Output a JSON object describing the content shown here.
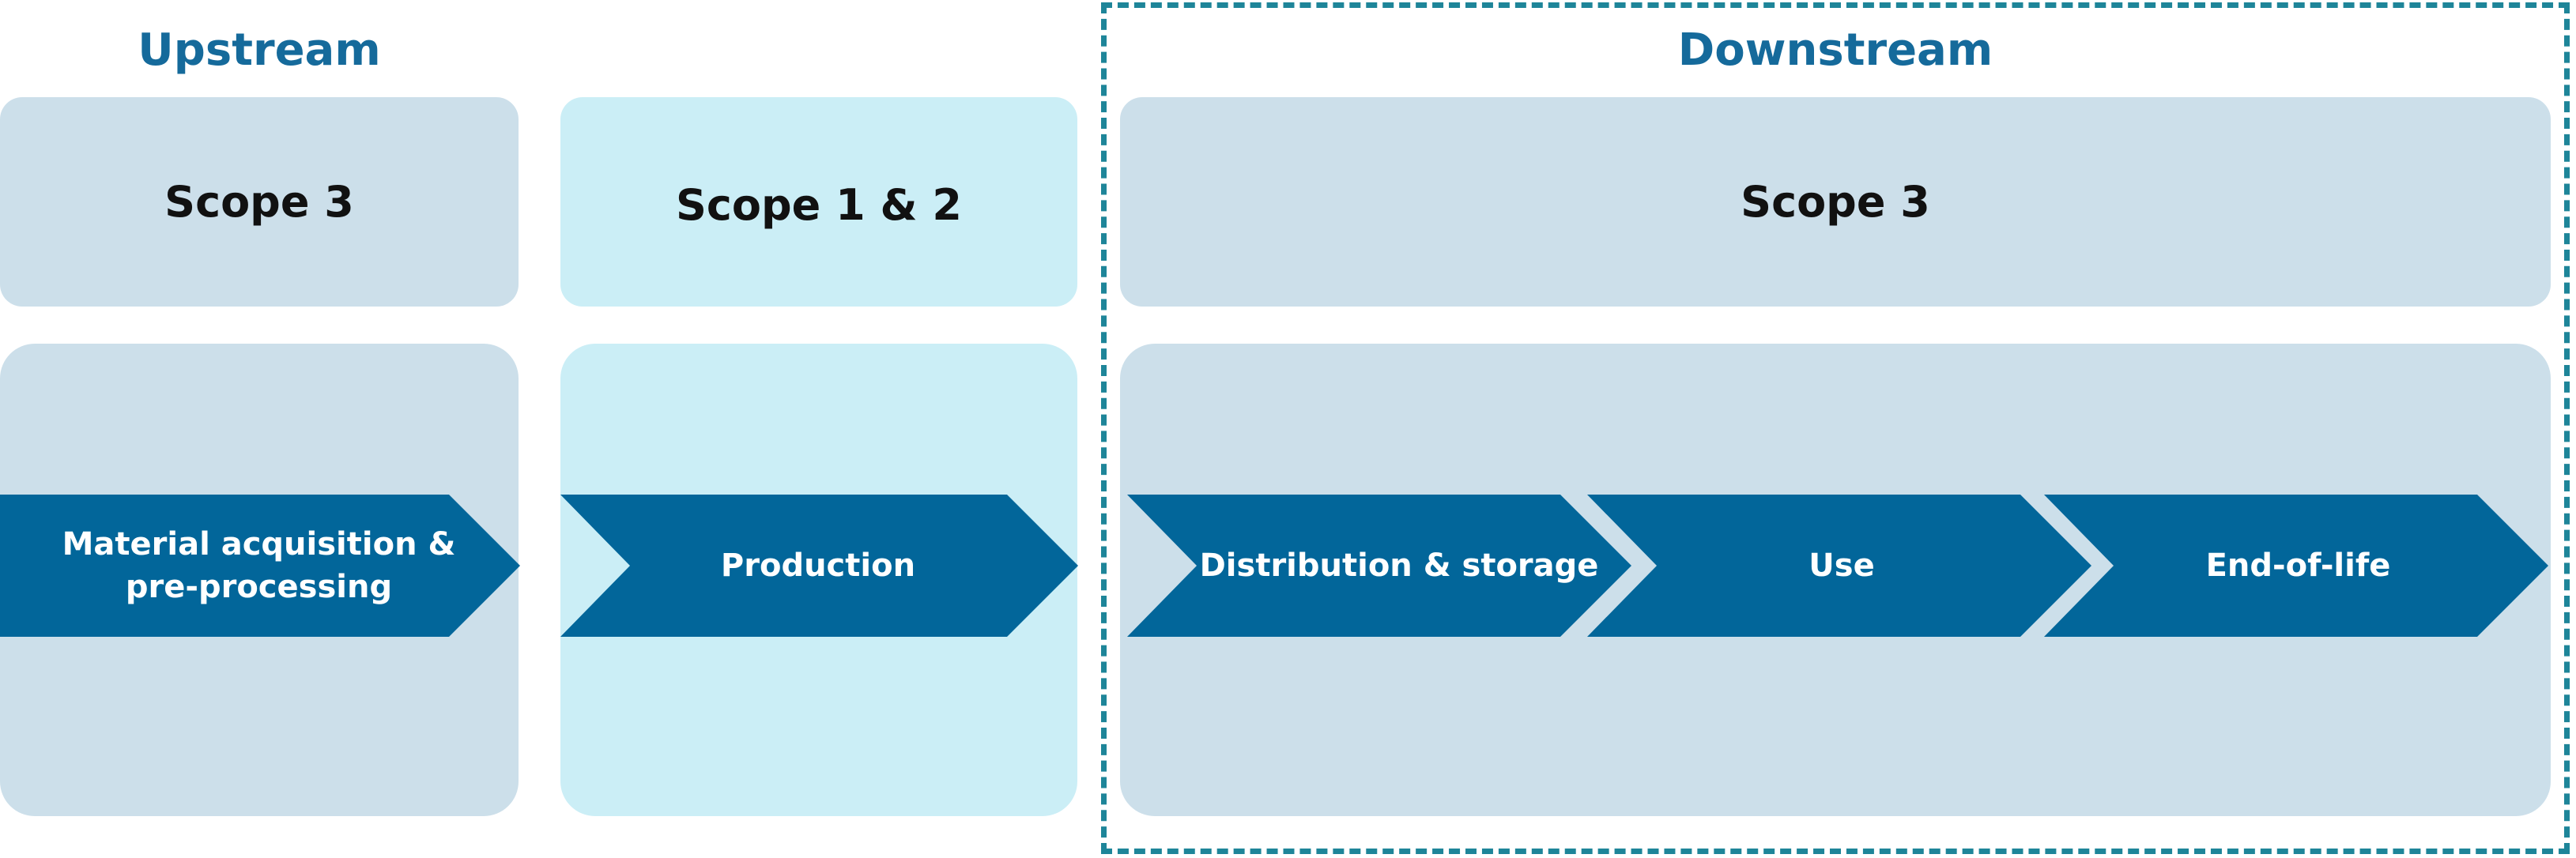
{
  "upstream": {
    "heading": "Upstream",
    "scope_label": "Scope 3",
    "stage_line1": "Material acquisition &",
    "stage_line2": "pre-processing"
  },
  "direct": {
    "scope_label": "Scope 1 & 2",
    "stage": "Production"
  },
  "downstream": {
    "heading": "Downstream",
    "scope_label": "Scope 3",
    "stages": [
      "Distribution & storage",
      "Use",
      "End-of-life"
    ]
  },
  "colors": {
    "heading": "#156a9b",
    "panel_blue": "#ccdfea",
    "panel_light": "#cbeef6",
    "arrow": "#02669a",
    "frame": "#1e8599"
  }
}
